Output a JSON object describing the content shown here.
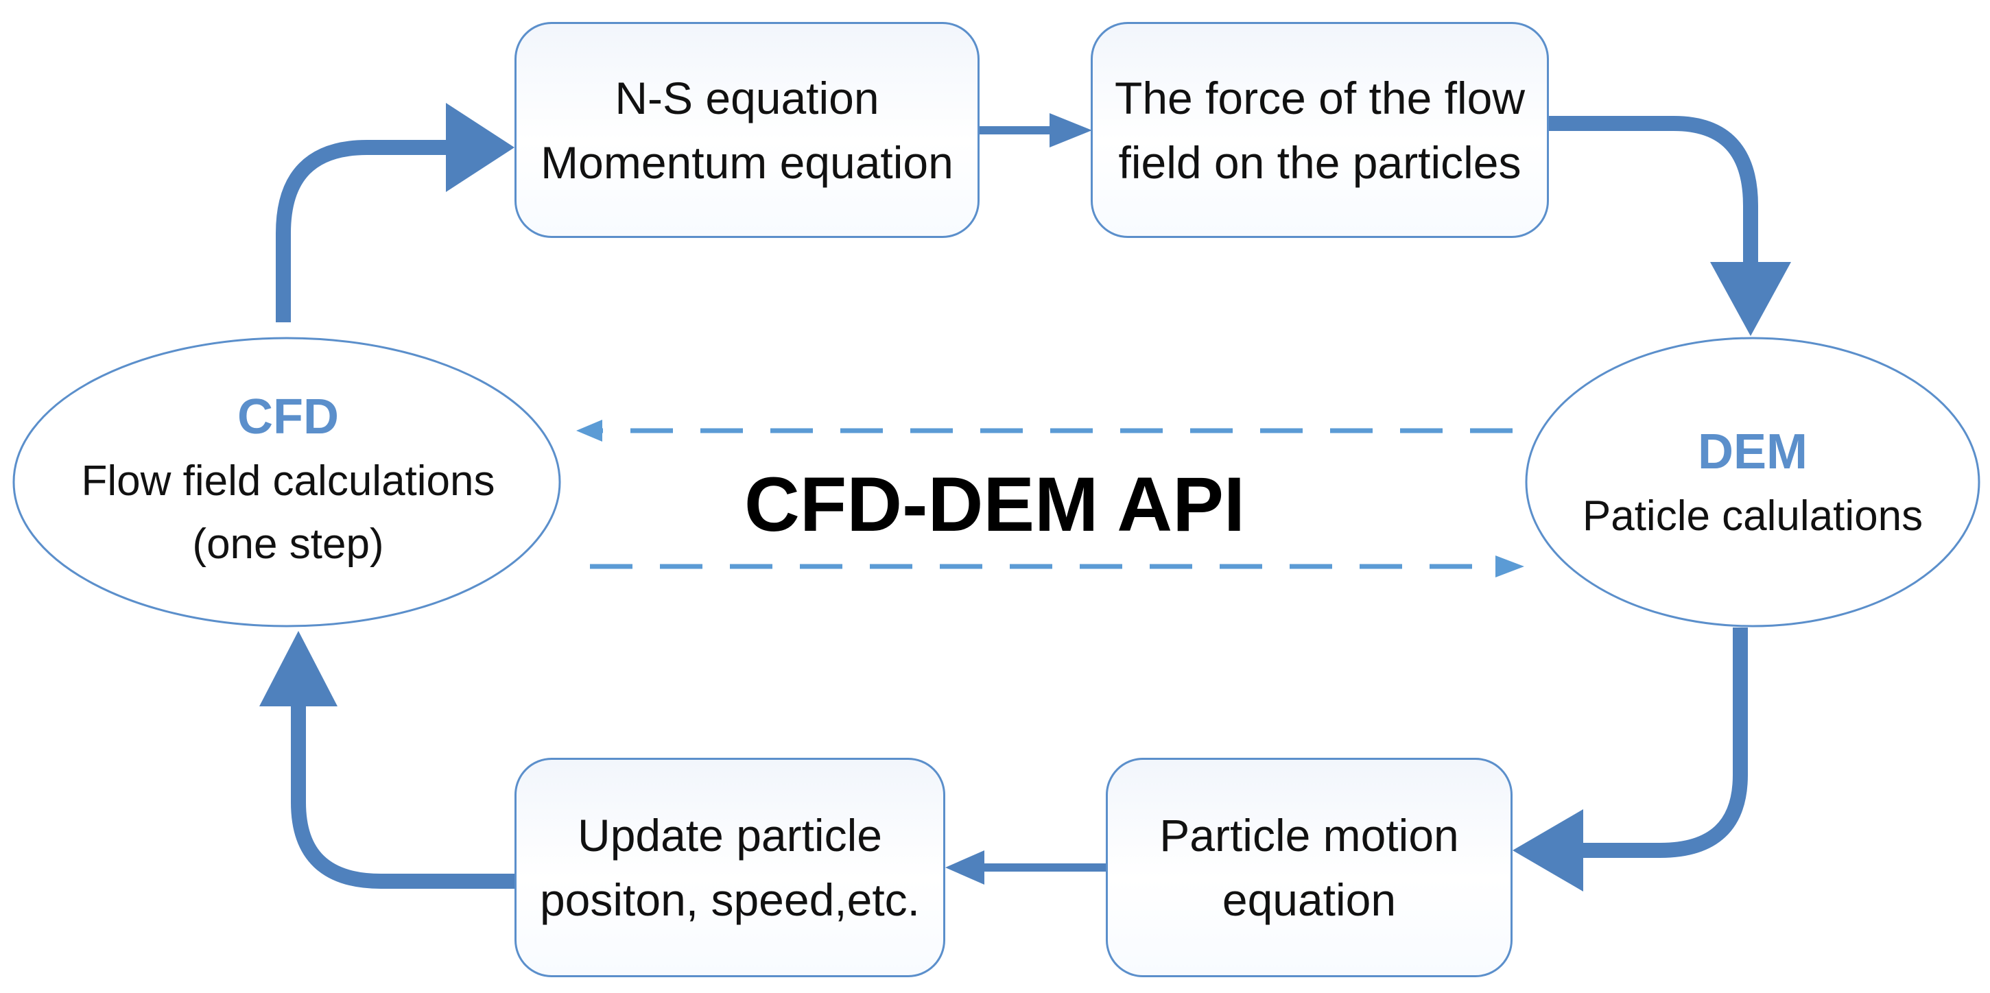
{
  "colors": {
    "accent": "#5b8fcb",
    "dashed_arrows": "#5b9bd5",
    "text": "#111111"
  },
  "cfd": {
    "title": "CFD",
    "line1": "Flow field calculations",
    "line2": "(one step)"
  },
  "dem": {
    "title": "DEM",
    "line1": "Paticle calulations"
  },
  "boxes": {
    "ns": {
      "line1": "N-S equation",
      "line2": "Momentum equation"
    },
    "force": {
      "line1": "The force of the flow",
      "line2": "field on the particles"
    },
    "update": {
      "line1": "Update particle",
      "line2": "positon, speed,etc."
    },
    "motion": {
      "line1": "Particle motion",
      "line2": "equation"
    }
  },
  "api_label": "CFD-DEM API"
}
